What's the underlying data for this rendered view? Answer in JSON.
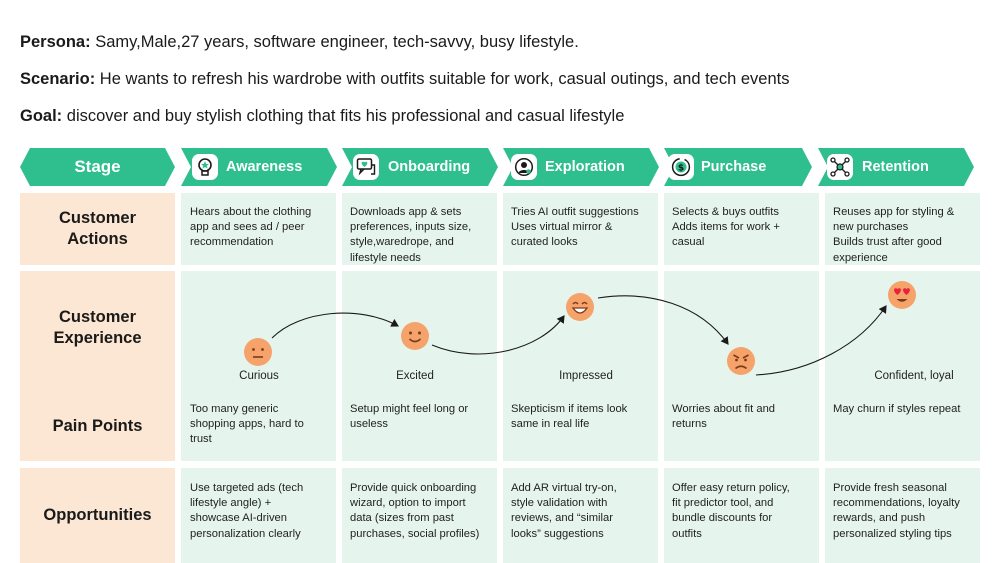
{
  "intro": {
    "persona_label": "Persona:",
    "persona_text": "Samy,Male,27 years, software engineer, tech-savvy, busy lifestyle.",
    "scenario_label": "Scenario:",
    "scenario_text": "He wants to refresh his wardrobe with outfits suitable for work, casual outings, and tech events",
    "goal_label": "Goal:",
    "goal_text": "discover and buy stylish clothing that fits his professional and casual lifestyle"
  },
  "colors": {
    "teal": "#2fbf8f",
    "row_head": "#fbe7d3",
    "cell": "#e6f4ee",
    "face": "#f5a36a",
    "face_line": "#7a3b17"
  },
  "header": {
    "stage_label": "Stage"
  },
  "rows": {
    "actions": "Customer\nActions",
    "experience": "Customer\nExperience",
    "pain": "Pain Points",
    "opportunities": "Opportunities"
  },
  "stages": [
    {
      "name": "Awareness",
      "icon": "lightbulb-head-icon",
      "action": "Hears about the clothing\napp and sees ad / peer\nrecommendation",
      "emotion": "Curious",
      "face": "neutral-face-icon",
      "pain": "Too many generic\nshopping apps, hard to\ntrust",
      "opportunity": "Use targeted ads (tech\nlifestyle angle) +\nshowcase AI-driven\npersonalization clearly"
    },
    {
      "name": "Onboarding",
      "icon": "chat-heart-icon",
      "action": "Downloads app & sets\npreferences, inputs size,\nstyle,waredrope, and\nlifestyle needs",
      "emotion": "Excited",
      "face": "smiling-face-icon",
      "pain": "Setup might feel long or\nuseless",
      "opportunity": "Provide quick onboarding\nwizard, option to import\ndata (sizes from past\npurchases, social profiles)"
    },
    {
      "name": "Exploration",
      "icon": "user-search-icon",
      "action": "Tries AI outfit suggestions\nUses virtual mirror &\ncurated looks",
      "emotion": "Impressed",
      "face": "grinning-face-icon",
      "pain": "Skepticism if items look\nsame in real life",
      "opportunity": "Add AR virtual try-on,\nstyle validation with\nreviews, and “similar\nlooks” suggestions"
    },
    {
      "name": "Purchase",
      "icon": "dollar-cycle-icon",
      "action": "Selects & buys outfits\nAdds items for work +\ncasual",
      "emotion": "",
      "face": "angry-face-icon",
      "pain": "Worries about fit and\nreturns",
      "opportunity": "Offer easy return policy,\nfit predictor tool, and\nbundle discounts for\noutfits"
    },
    {
      "name": "Retention",
      "icon": "network-icon",
      "action": "Reuses app for styling &\nnew purchases\nBuilds trust after good\nexperience",
      "emotion": "Confident, loyal",
      "face": "heart-eyes-face-icon",
      "pain": "May churn if styles repeat",
      "opportunity": "Provide fresh seasonal\nrecommendations, loyalty\nrewards, and push\npersonalized styling tips"
    }
  ]
}
